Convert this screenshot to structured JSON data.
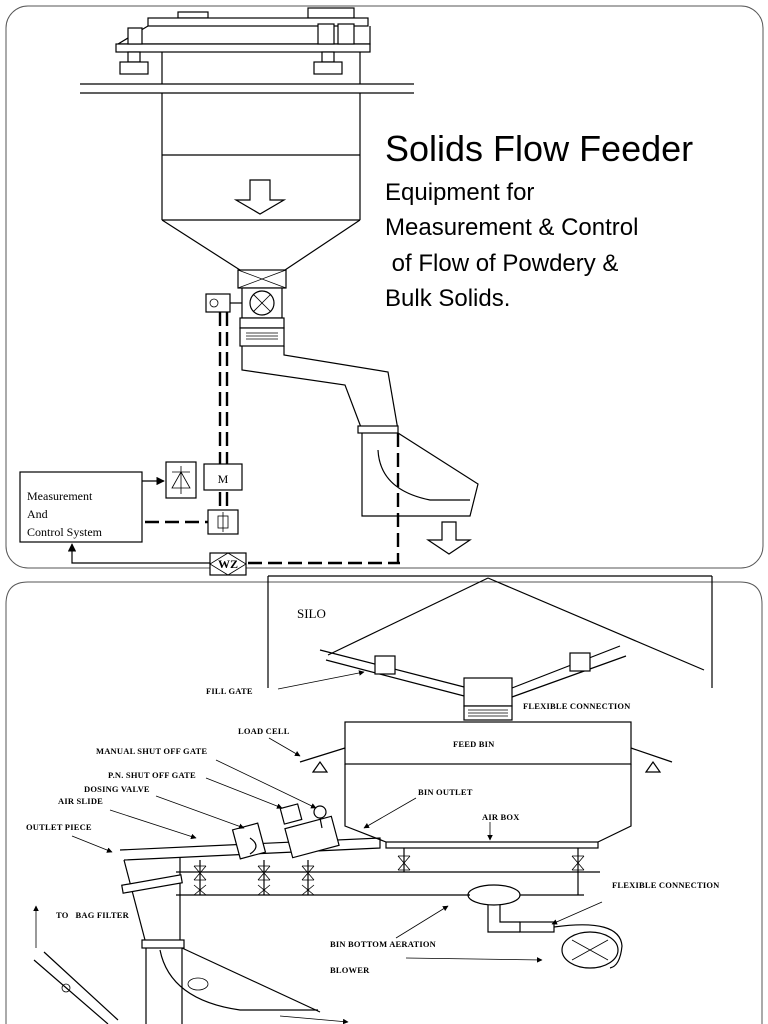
{
  "slide1": {
    "title": "Solids Flow Feeder",
    "subtitle_lines": [
      "Equipment for",
      "Measurement & Control",
      " of Flow of Powdery &",
      "Bulk Solids."
    ],
    "control_box_lines": [
      "Measurement",
      "And",
      "Control System"
    ],
    "motor_label": "M",
    "weigher_label": "WZ"
  },
  "slide2": {
    "silo_label": "SILO",
    "labels": {
      "fill_gate": "FILL GATE",
      "flexible_connection_top": "FLEXIBLE CONNECTION",
      "load_cell": "LOAD CELL",
      "feed_bin": "FEED BIN",
      "manual_shut_off_gate": "MANUAL SHUT OFF GATE",
      "pn_shut_off_gate": "P.N. SHUT OFF GATE",
      "dosing_valve": "DOSING VALVE",
      "air_slide": "AIR SLIDE",
      "bin_outlet": "BIN OUTLET",
      "air_box": "AIR BOX",
      "outlet_piece": "OUTLET PIECE",
      "flexible_connection_right": "FLEXIBLE CONNECTION",
      "to_bag_filter": "TO   BAG FILTER",
      "bin_bottom_aeration": "BIN BOTTOM AERATION",
      "blower": "BLOWER"
    }
  }
}
